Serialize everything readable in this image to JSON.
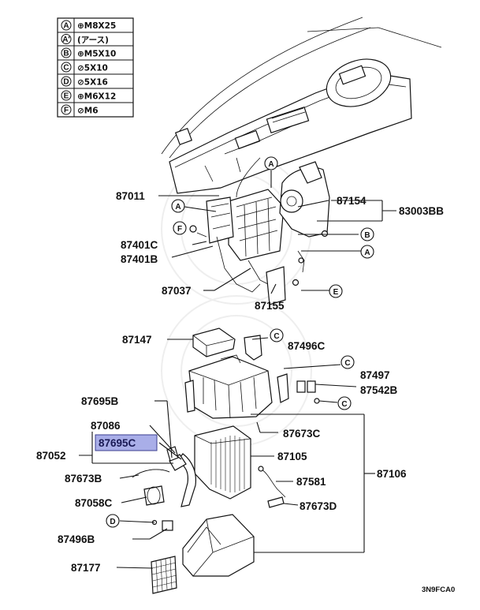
{
  "legend": [
    {
      "key": "A",
      "spec": "⊕M8X25"
    },
    {
      "key": "A'",
      "spec": "(アース)"
    },
    {
      "key": "B",
      "spec": "⊕M5X10"
    },
    {
      "key": "C",
      "spec": "⊘5X10"
    },
    {
      "key": "D",
      "spec": "⊘5X16"
    },
    {
      "key": "E",
      "spec": "⊕M6X12"
    },
    {
      "key": "F",
      "spec": "⊘M6"
    }
  ],
  "parts": {
    "p87011": "87011",
    "p87154": "87154",
    "p83003BB": "83003BB",
    "p87401C": "87401C",
    "p87401B": "87401B",
    "p87037": "87037",
    "p87155": "87155",
    "p87147": "87147",
    "p87496C": "87496C",
    "p87497": "87497",
    "p87542B": "87542B",
    "p87695B": "87695B",
    "p87086": "87086",
    "p87695C": "87695C",
    "p87052": "87052",
    "p87673C": "87673C",
    "p87105": "87105",
    "p87106": "87106",
    "p87673B": "87673B",
    "p87581": "87581",
    "p87058C": "87058C",
    "p87673D": "87673D",
    "p87496B": "87496B",
    "p87177": "87177"
  },
  "callouts": {
    "A1": "A",
    "A2": "A",
    "A3": "A",
    "B1": "B",
    "C1": "C",
    "C2": "C",
    "C3": "C",
    "D1": "D",
    "E1": "E",
    "F1": "F"
  },
  "highlight_color": "#a9aee8",
  "diagram_code": "3N9FCA0"
}
